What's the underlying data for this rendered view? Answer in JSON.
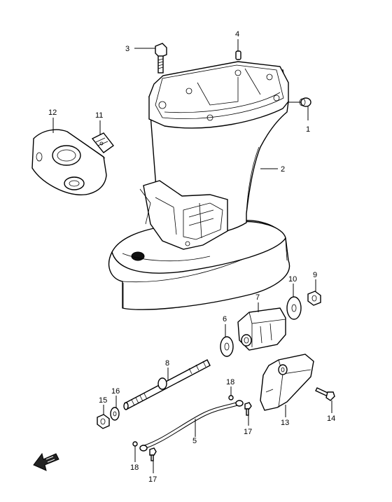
{
  "callouts": {
    "p1": "1",
    "p2": "2",
    "p3": "3",
    "p4": "4",
    "p5": "5",
    "p6": "6",
    "p7": "7",
    "p8": "8",
    "p9": "9",
    "p10": "10",
    "p11": "11",
    "p12": "12",
    "p13": "13",
    "p14": "14",
    "p15": "15",
    "p16": "16",
    "p17a": "17",
    "p17b": "17",
    "p18a": "18",
    "p18b": "18"
  },
  "icons": {
    "direction": "forward-arrow-icon"
  }
}
